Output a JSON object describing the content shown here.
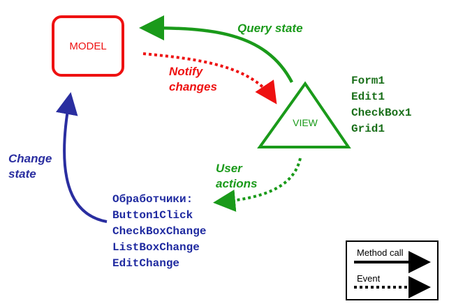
{
  "model": {
    "label": "MODEL"
  },
  "view": {
    "label": "VIEW",
    "components": [
      "Form1",
      "Edit1",
      "CheckBox1",
      "Grid1"
    ]
  },
  "arrows": {
    "query_state": {
      "label": "Query state",
      "kind": "method call",
      "color": "#1a9a1a"
    },
    "notify_changes": {
      "label_line1": "Notify",
      "label_line2": "changes",
      "kind": "event",
      "color": "#ee1111"
    },
    "user_actions": {
      "label_line1": "User",
      "label_line2": "actions",
      "kind": "event",
      "color": "#1a9a1a"
    },
    "change_state": {
      "label_line1": "Change",
      "label_line2": "state",
      "kind": "method call",
      "color": "#2a2ea0"
    }
  },
  "controller": {
    "title": "Обработчики:",
    "handlers": [
      "Button1Click",
      "CheckBoxChange",
      "ListBoxChange",
      "EditChange"
    ]
  },
  "legend": {
    "method_call": "Method call",
    "event": "Event"
  },
  "colors": {
    "model": "#ee1111",
    "view": "#1a9a1a",
    "controller": "#2a2ea0",
    "components_text": "#1a6f1a"
  }
}
